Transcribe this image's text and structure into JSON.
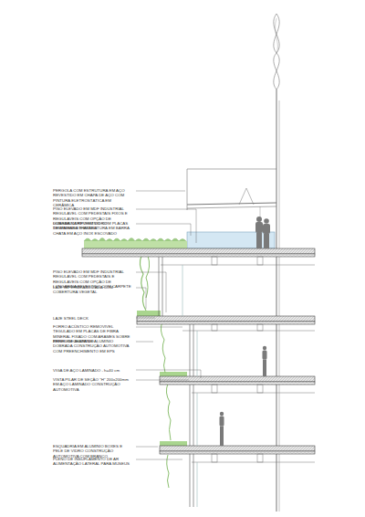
{
  "diagram": {
    "labels": [
      "PERGOLA COM ESTRUTURA EM AÇO REVESTIDO EM CHAPA DE AÇO COM PINTURA ELETROSTÁTICA EM CERÂMICA",
      "PISO ELEVADO EM MDF INDUSTRIAL REGULÁVEL COM PEDESTAIS FIXOS E REGULÁVEIS COM OPÇÃO DE LONGARINA REVESTIDO COM PLACAS DE MADEIRA TRATADA",
      "GUARDA-CORPO EM VIDRO TEMPERADO E ESTRUTURA EM BARRA CHATA EM AÇO INOX ESCOVADO",
      "PISO ELEVADO EM MDF INDUSTRIAL REGULÁVEL COM PEDESTAIS E REGULÁVEIS COM OPÇÃO DE LONGARINA REVESTIDO COM CARPETE",
      "LAJE IMPERMEABILIZADA COM COBERTURA VEGETAL",
      "LAJE STEEL DECK",
      "FORRO ACÚSTICO REMOVÍVEL TEGULADO EM PLACAS DE FIBRA MINERAL FIXADO COM ARAMES SOBRE PERFIL DE ALUMÍNIO",
      "BRISE EM CHAPA DE ALUMÍNIO DOBRADA CONSTRUÇÃO AUTOMOTIVA COM PREENCHIMENTO EM EPS",
      "VIGA DE AÇO LAMINADO - h=40 cm",
      "VISTA PILAR DE SEÇÃO \"H\" 200x200mm EM AÇO LAMINADO CONSTRUÇÃO AUTOMOTIVA",
      "ESQUADRIA EM ALUMÍNIO BOXES E PELE DE VIDRO CONSTRUÇÃO AUTOMOTIVA COM BRANCO",
      "PLENO DE INSUFLAMENTO DE AR ALIMENTAÇÃO LATERAL PARA MUSEUS"
    ]
  }
}
